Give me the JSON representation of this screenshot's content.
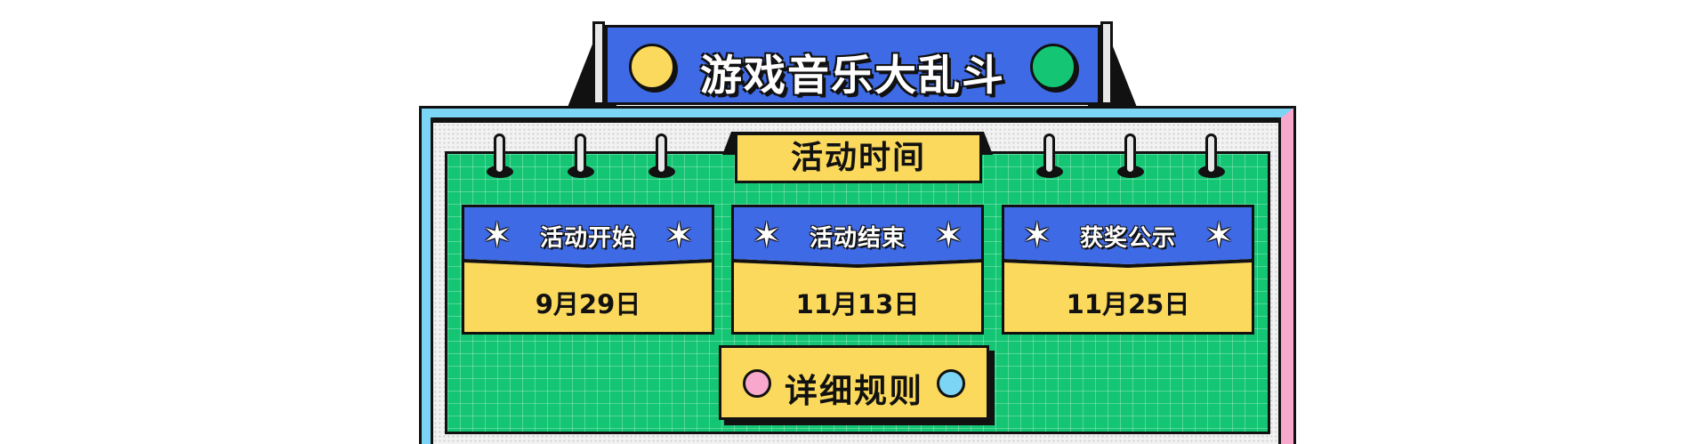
{
  "banner": {
    "title": "游戏音乐大乱斗"
  },
  "schedule": {
    "header": "活动时间",
    "cards": [
      {
        "label": "活动开始",
        "date": "9月29日"
      },
      {
        "label": "活动结束",
        "date": "11月13日"
      },
      {
        "label": "获奖公示",
        "date": "11月25日"
      }
    ]
  },
  "rules": {
    "label": "详细规则"
  },
  "icons": {
    "card_star": "six-pointed-star-icon"
  },
  "colors": {
    "blue": "#3f6ae6",
    "yellow": "#fbd95c",
    "green": "#14c673",
    "pink": "#f7a8cc",
    "sky": "#7cd5f5"
  }
}
